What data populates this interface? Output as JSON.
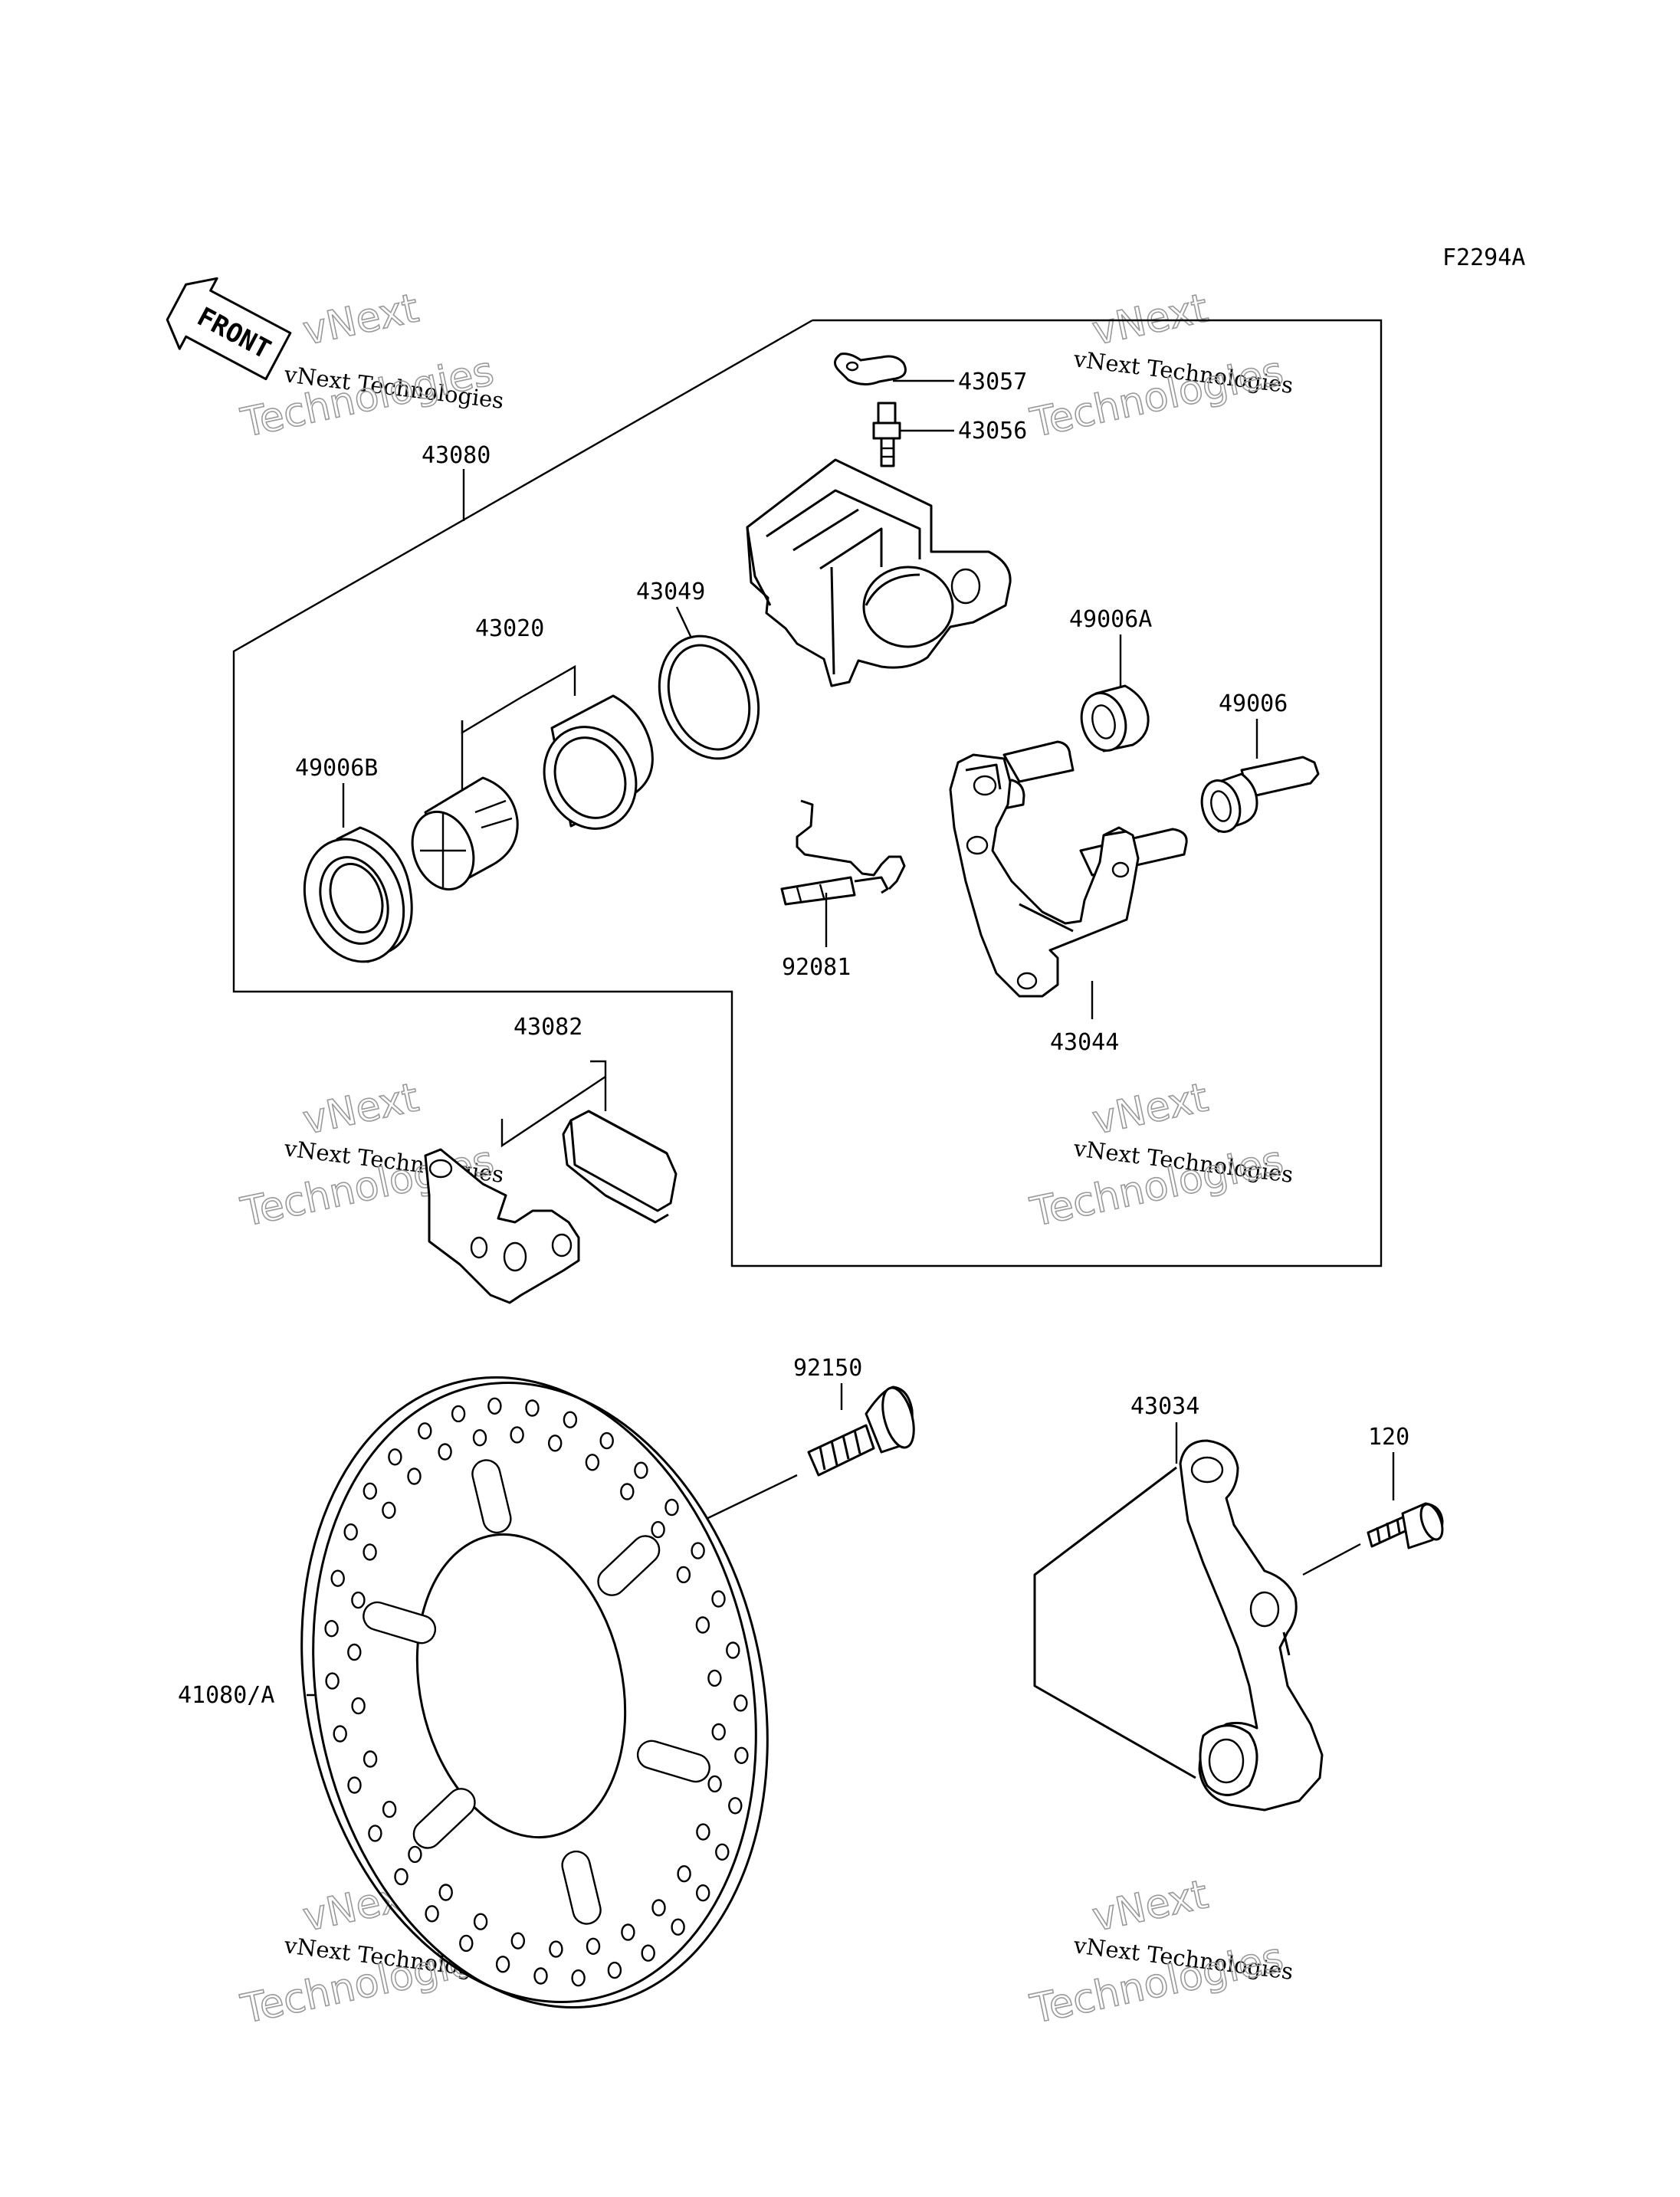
{
  "diagram_code": "F2294A",
  "front_arrow": {
    "text": "FRONT",
    "icon": "front-arrow-icon"
  },
  "watermark": {
    "line1": "vNext Technologies",
    "line2": "vNext",
    "line3": "Technologies"
  },
  "parts": {
    "p43057": "43057",
    "p43056": "43056",
    "p43080": "43080",
    "p43049": "43049",
    "p43020": "43020",
    "p49006A": "49006A",
    "p49006": "49006",
    "p49006B": "49006B",
    "p92081": "92081",
    "p43044": "43044",
    "p43082": "43082",
    "p92150": "92150",
    "p43034": "43034",
    "p120": "120",
    "p41080A": "41080/A"
  }
}
